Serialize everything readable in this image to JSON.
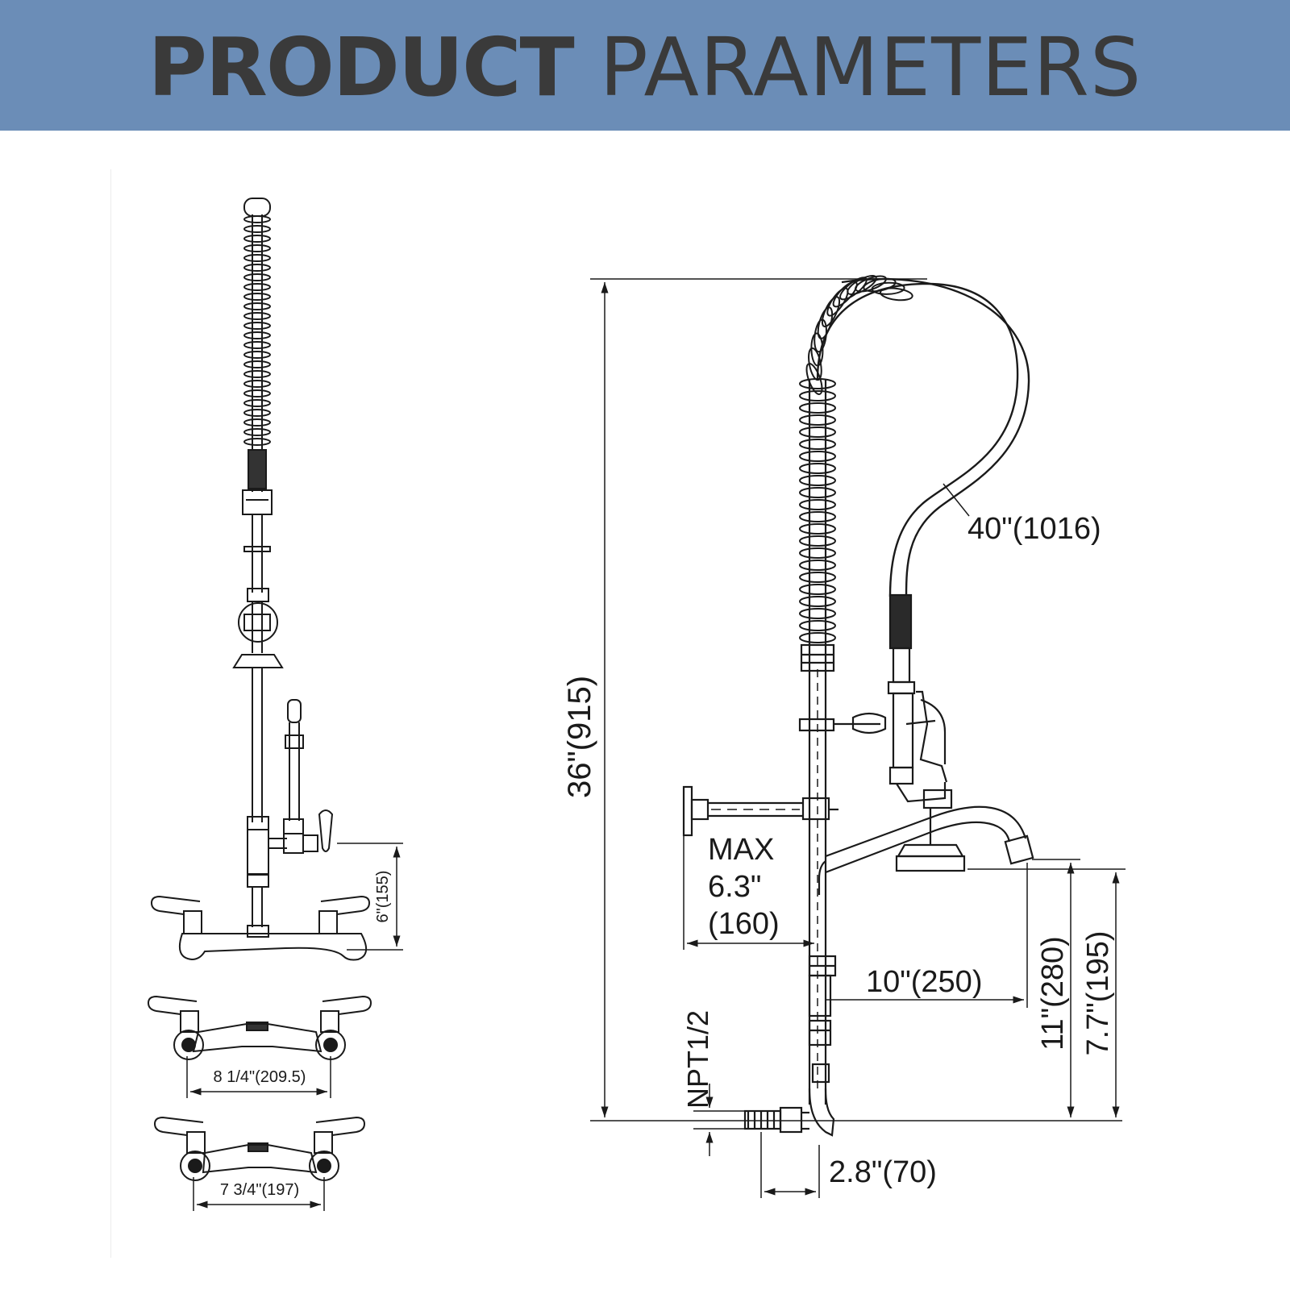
{
  "header": {
    "title_bold": "PRODUCT",
    "title_light": "PARAMETERS",
    "background_color": "#6b8db7",
    "text_color": "#3a3a3a"
  },
  "left_view": {
    "height_label": "6\"(155)",
    "spacing_top_label": "8 1/4\"(209.5)",
    "spacing_bottom_label": "7 3/4\"(197)"
  },
  "right_view": {
    "total_height_label": "36\"(915)",
    "hose_length_label": "40\"(1016)",
    "max_label_line1": "MAX",
    "max_label_line2": "6.3\"",
    "max_label_line3": "(160)",
    "spout_reach_label": "10\"(250)",
    "thread_label": "NPT1/2",
    "offset_label": "2.8\"(70)",
    "spout_height_label": "11\"(280)",
    "nozzle_height_label": "7.7\"(195)"
  }
}
